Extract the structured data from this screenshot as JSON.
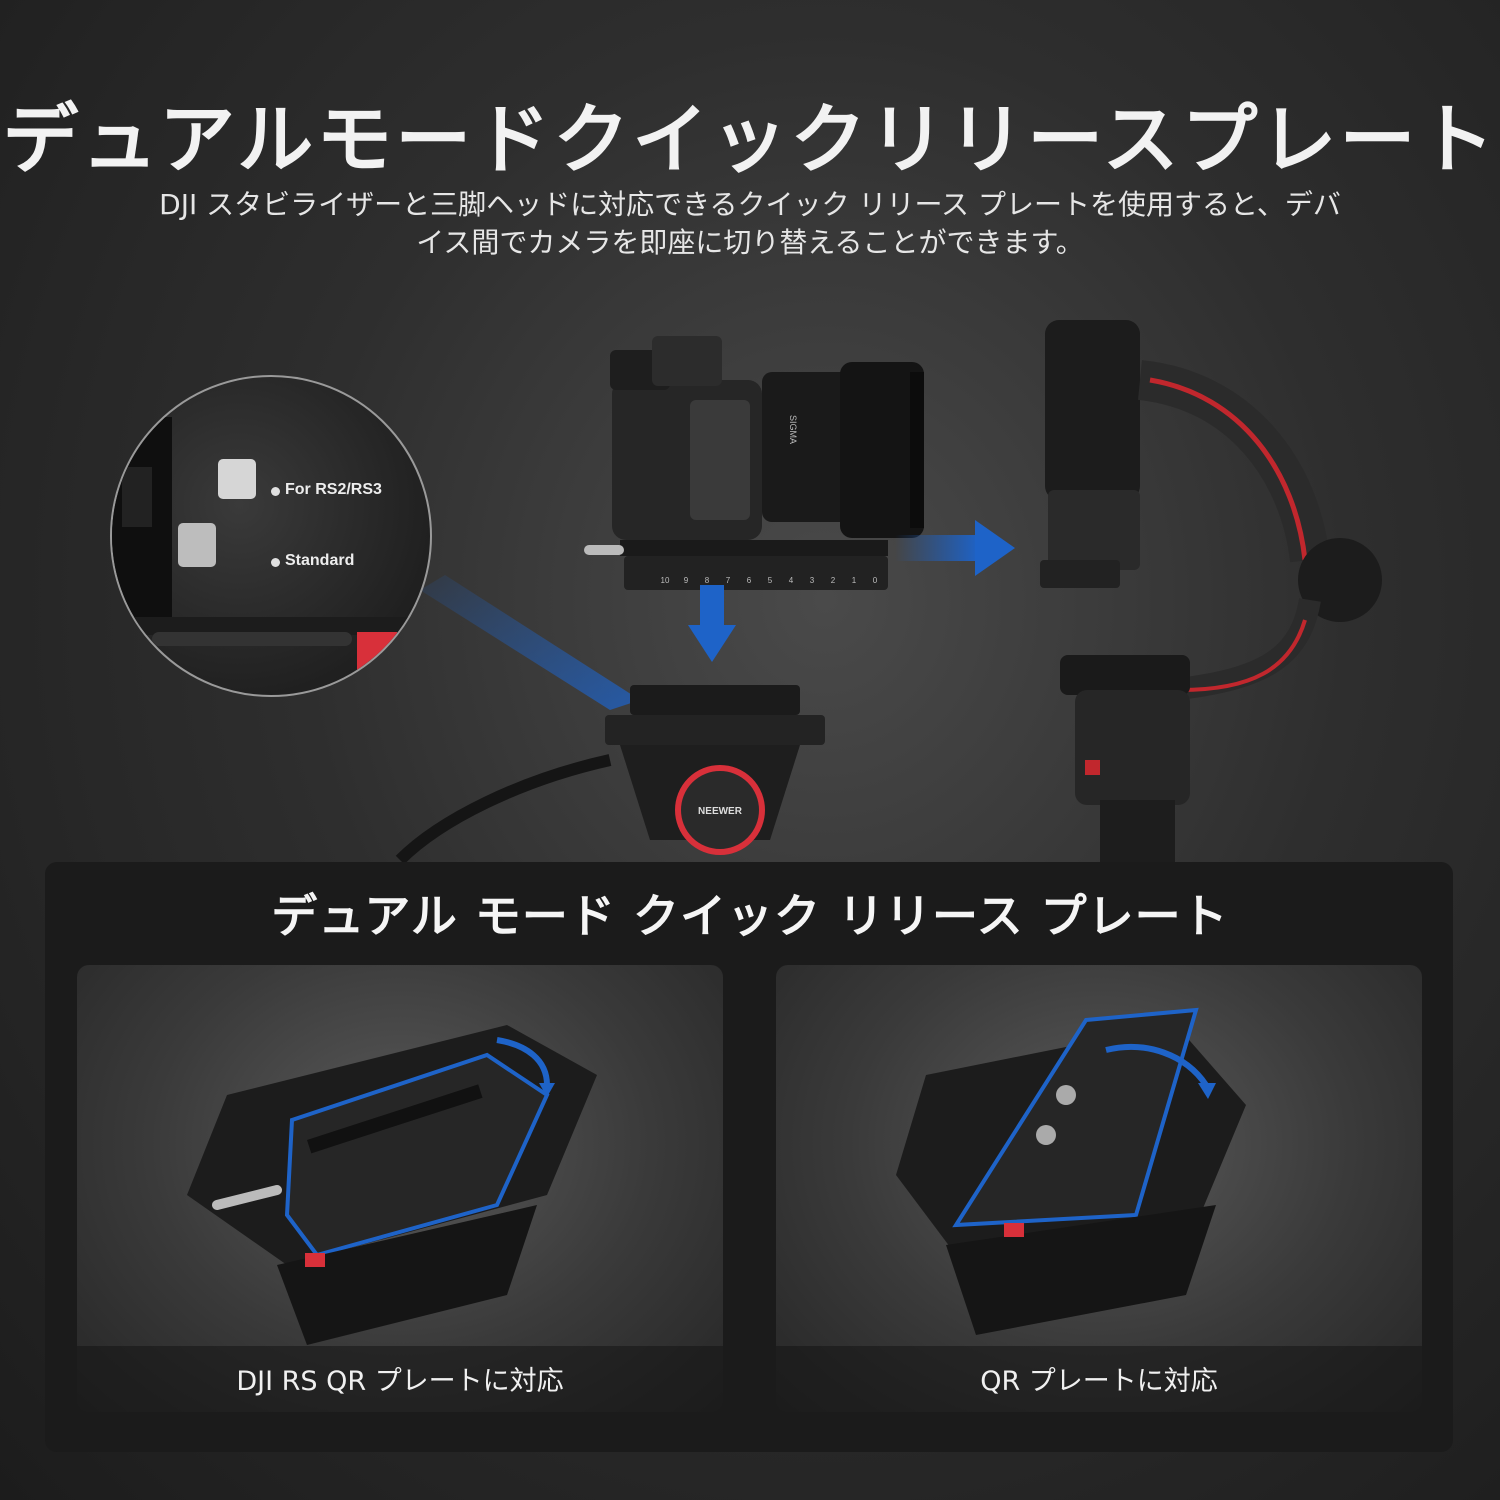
{
  "header": {
    "title": "デュアルモードクイックリリースプレート",
    "subtitle_line1": "DJI スタビライザーと三脚ヘッドに対応できるクイック リリース プレートを使用すると、デバ",
    "subtitle_line2": "イス間でカメラを即座に切り替えることができます。"
  },
  "hero": {
    "zoom_labels": [
      "For RS2/RS3",
      "Standard"
    ],
    "camera_lens_text": "SIGMA",
    "head_brand": "NEEWER",
    "plate_scale": [
      "10",
      "9",
      "8",
      "7",
      "6",
      "5",
      "4",
      "3",
      "2",
      "1",
      "0"
    ]
  },
  "section": {
    "title": "デュアル モード クイック リリース プレート",
    "cards": [
      {
        "caption": "DJI RS QR プレートに対応"
      },
      {
        "caption": "QR プレートに対応"
      }
    ]
  },
  "colors": {
    "accent_blue": "#1e63c8",
    "accent_red": "#d8303a",
    "background": "#2e2e2e",
    "panel": "#1b1b1b"
  },
  "icons": [
    "arrow-right-icon",
    "arrow-down-icon",
    "rotate-arrow-icon"
  ]
}
